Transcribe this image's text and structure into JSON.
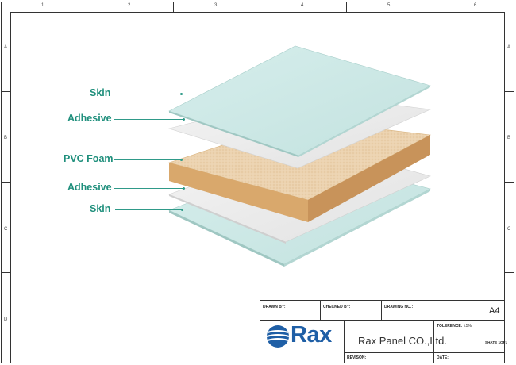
{
  "zones": {
    "columns": [
      "1",
      "2",
      "3",
      "4",
      "5",
      "6"
    ],
    "rows": [
      "A",
      "B",
      "C",
      "D"
    ]
  },
  "layers": [
    {
      "label": "Skin"
    },
    {
      "label": "Adhesive"
    },
    {
      "label": "PVC Foam"
    },
    {
      "label": "Adhesive"
    },
    {
      "label": "Skin"
    }
  ],
  "colors": {
    "label_teal": "#1f8f7c",
    "skin": "#cfe9e7",
    "adhesive": "#ededed",
    "foam_top": "#ecd2ad",
    "foam_side": "#d9a76a",
    "logo_blue": "#1f5fa6"
  },
  "title_block": {
    "drawn_by": "DRAWN BY:",
    "checked_by": "CHECKED BY:",
    "drawing_no": "DRAWING NO.:",
    "size": "A4",
    "tolerance_label": "TOLERENCE:",
    "tolerance_value": "±5%",
    "logo_text": "Rax",
    "logo_icon": "globe-icon",
    "company": "Rax Panel CO.,Ltd.",
    "sheet": "SHATE 1OF1",
    "revision": "REVISON:",
    "date": "DATE:"
  }
}
